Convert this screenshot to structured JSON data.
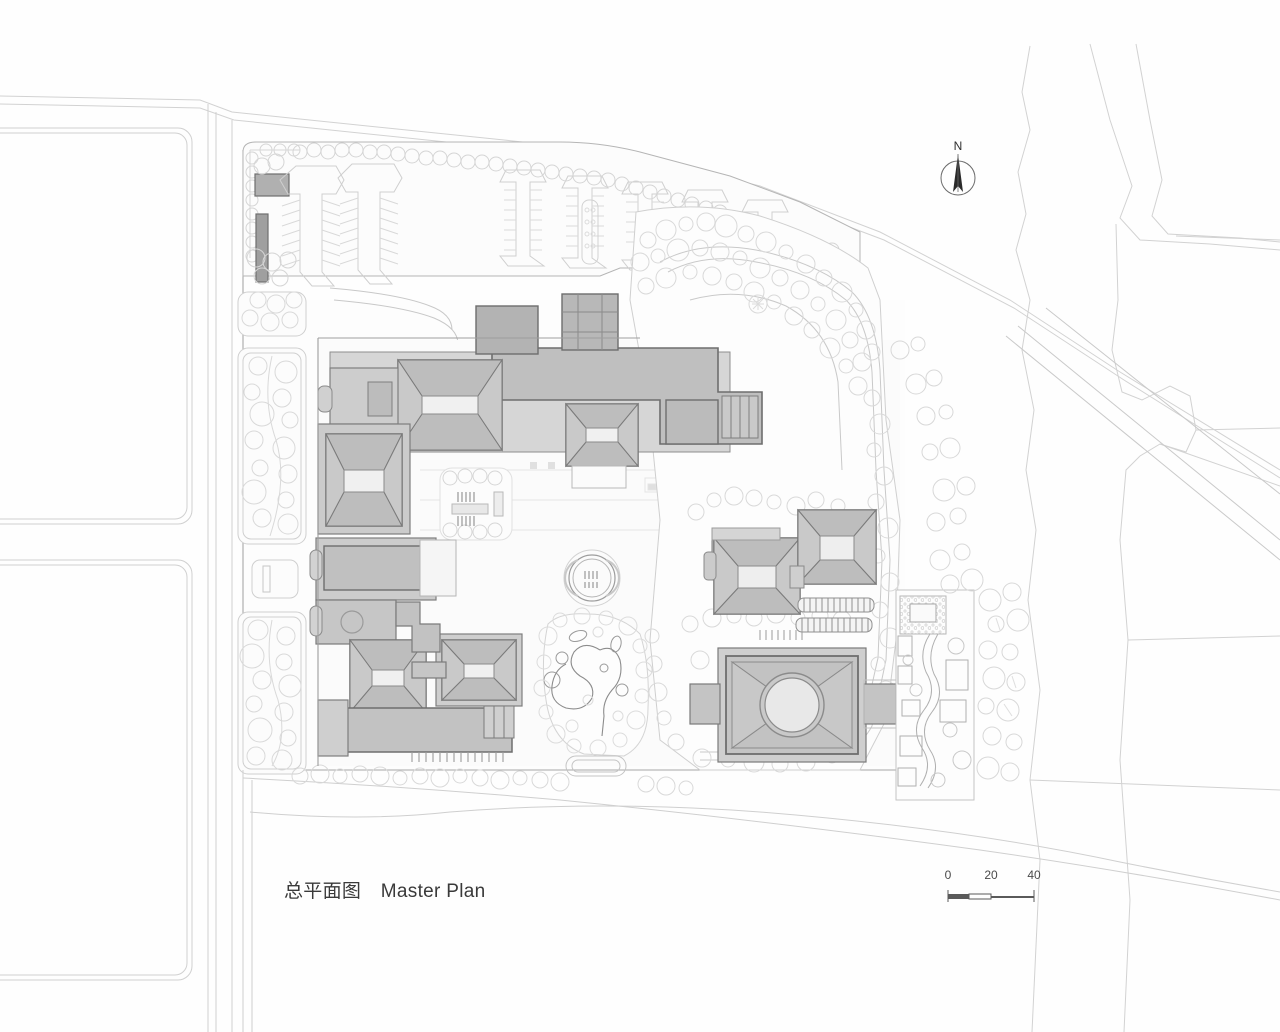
{
  "drawing": {
    "title_cn": "总平面图",
    "title_en": "Master Plan",
    "type": "architectural-site-plan",
    "sheet_background": "#fefefe",
    "line_color": "#6e6e6e",
    "building_fill": "#c4c4c4",
    "building_light_fill": "#dcdcdc",
    "building_dark_fill": "#a8a8a8",
    "paving_fill": "#f2f2f2",
    "tree_line": "#d8d8d8",
    "context_line": "#cfcfcf"
  },
  "north_arrow": {
    "label": "N",
    "name": "north-arrow"
  },
  "scale_bar": {
    "ticks": [
      "0",
      "20",
      "40"
    ],
    "tick_positions_pct": [
      0,
      50,
      100
    ],
    "unit_implied": "meters"
  },
  "site": {
    "regions": [
      {
        "name": "west-parcel-upper",
        "kind": "empty-plot"
      },
      {
        "name": "west-parcel-lower",
        "kind": "empty-plot"
      },
      {
        "name": "north-parking-lot",
        "kind": "parking"
      },
      {
        "name": "west-green-buffer",
        "kind": "landscape-strip"
      },
      {
        "name": "central-courtyard",
        "kind": "plaza"
      },
      {
        "name": "east-park",
        "kind": "woodland"
      },
      {
        "name": "south-meadow",
        "kind": "open-ground"
      },
      {
        "name": "east-classical-garden",
        "kind": "garden"
      }
    ],
    "buildings": [
      {
        "name": "north-wing-hipped-hall",
        "roof": "hipped"
      },
      {
        "name": "north-long-block",
        "roof": "flat"
      },
      {
        "name": "west-hipped-hall",
        "roof": "hipped"
      },
      {
        "name": "central-axis-pavilion",
        "roof": "hipped"
      },
      {
        "name": "southwest-hipped-hall-a",
        "roof": "hipped"
      },
      {
        "name": "southwest-hipped-hall-b",
        "roof": "hipped"
      },
      {
        "name": "southwest-long-block",
        "roof": "flat"
      },
      {
        "name": "east-pavilion-north",
        "roof": "pyramidal"
      },
      {
        "name": "east-pavilion-south",
        "roof": "pyramidal"
      },
      {
        "name": "grand-hall-with-dome",
        "roof": "hipped-with-oculus"
      },
      {
        "name": "parking-gatehouse",
        "roof": "flat"
      },
      {
        "name": "parking-service-block",
        "roof": "flat"
      }
    ],
    "features": [
      {
        "name": "circular-plaza-feature"
      },
      {
        "name": "organic-water-garden"
      },
      {
        "name": "entry-drop-off-loop"
      },
      {
        "name": "perimeter-ring-road"
      }
    ]
  }
}
